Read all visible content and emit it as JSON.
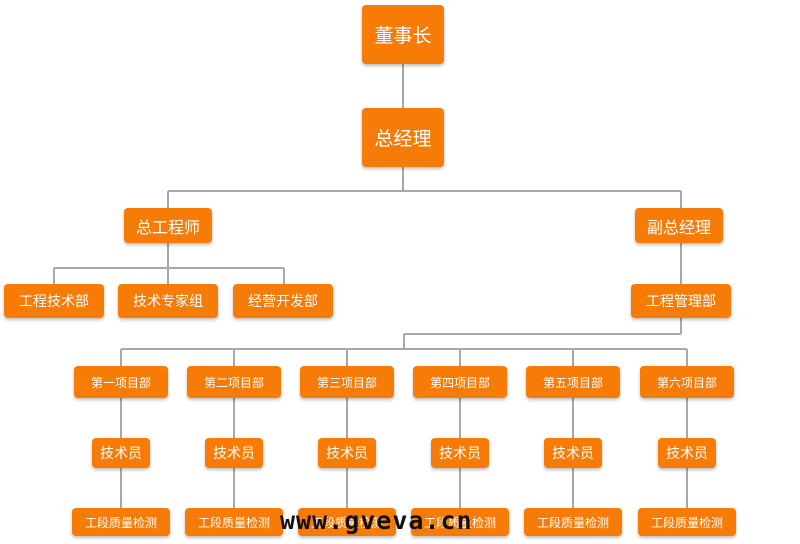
{
  "chairman": "董事长",
  "general_manager": "总经理",
  "chief_engineer": "总工程师",
  "deputy_gm": "副总经理",
  "departments": {
    "engineering_tech": "工程技术部",
    "tech_experts": "技术专家组",
    "business_dev": "经营开发部",
    "engineering_mgmt": "工程管理部"
  },
  "projects": [
    {
      "name": "第一项目部",
      "staff": "技术员",
      "inspection": "工段质量检测"
    },
    {
      "name": "第二项目部",
      "staff": "技术员",
      "inspection": "工段质量检测"
    },
    {
      "name": "第三项目部",
      "staff": "技术员",
      "inspection": "工段质量检测"
    },
    {
      "name": "第四项目部",
      "staff": "技术员",
      "inspection": "工段质量检测"
    },
    {
      "name": "第五项目部",
      "staff": "技术员",
      "inspection": "工段质量检测"
    },
    {
      "name": "第六项目部",
      "staff": "技术员",
      "inspection": "工段质量检测"
    }
  ],
  "watermark": "www.gveva.cn",
  "colors": {
    "box": "#f77b07",
    "line": "#a8a8a8",
    "text": "#ffffff"
  }
}
